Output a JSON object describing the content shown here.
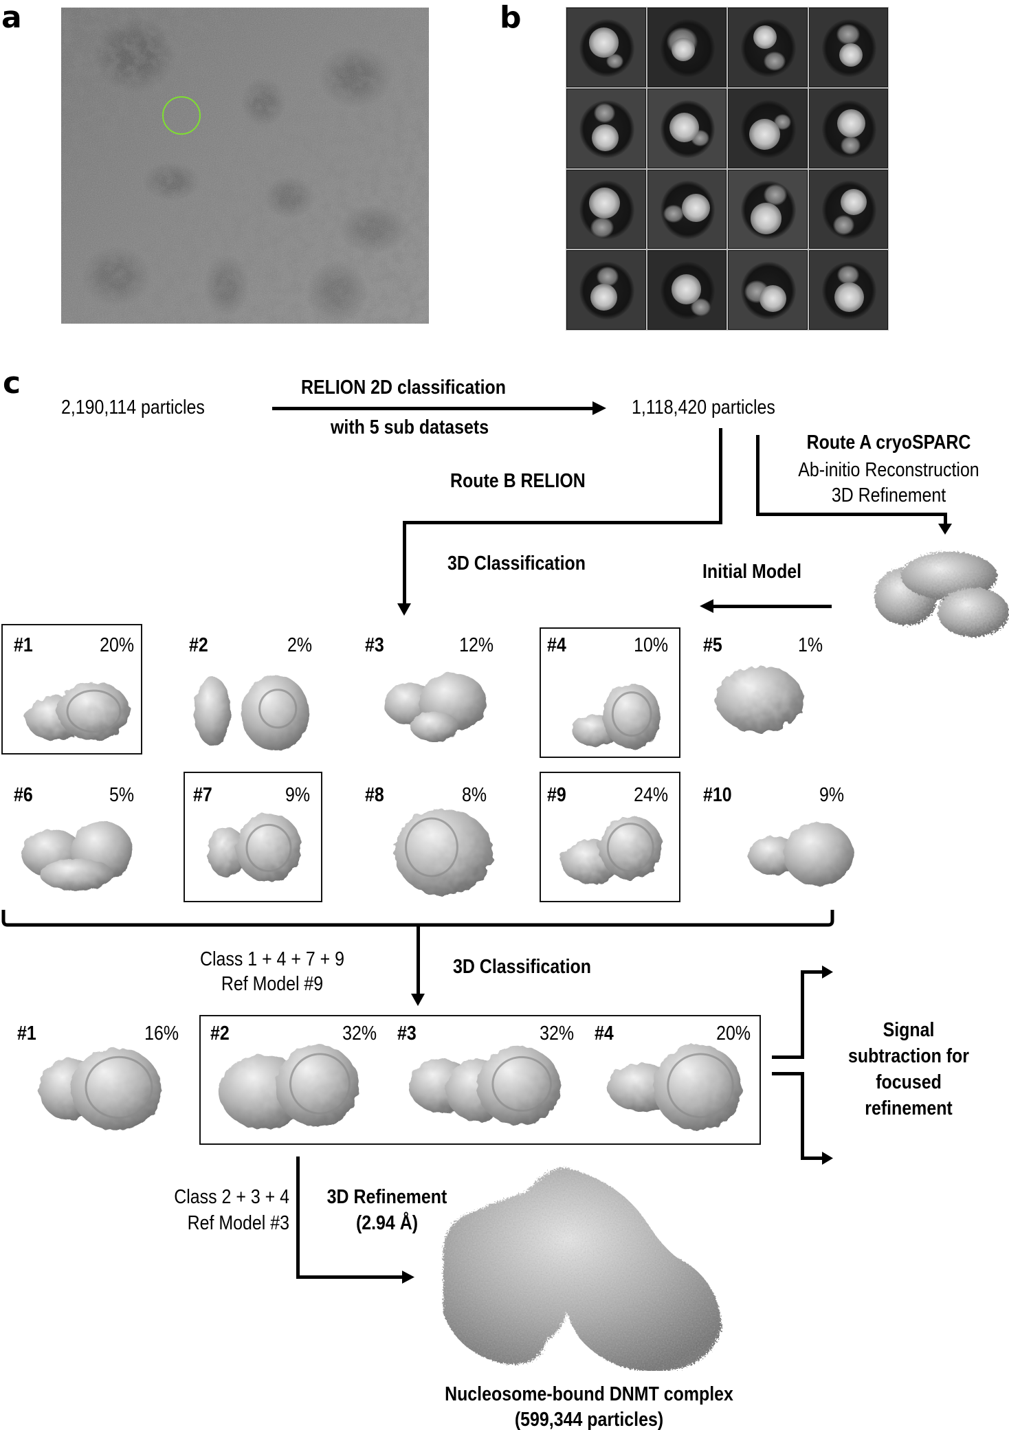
{
  "panels": {
    "a": {
      "letter": "a",
      "description": "cryo-EM micrograph with circled particle",
      "highlight_color": "#7fe030"
    },
    "b": {
      "letter": "b",
      "description": "2D class averages (4 x 4 grid)",
      "grid_rows": 4,
      "grid_cols": 4
    },
    "c": {
      "letter": "c"
    }
  },
  "workflow": {
    "start_particles": "2,190,114 particles",
    "step1_top": "RELION 2D classification",
    "step1_bottom": "with 5 sub datasets",
    "after_2d_particles": "1,118,420 particles",
    "route_b": "Route B RELION",
    "route_a_title": "Route A cryoSPARC",
    "route_a_line1": "Ab-initio Reconstruction",
    "route_a_line2": "3D Refinement",
    "initial_model": "Initial Model",
    "classification1": "3D Classification",
    "round1_classes": [
      {
        "id": "#1",
        "pct": "20%",
        "selected": true
      },
      {
        "id": "#2",
        "pct": "2%",
        "selected": false
      },
      {
        "id": "#3",
        "pct": "12%",
        "selected": false
      },
      {
        "id": "#4",
        "pct": "10%",
        "selected": true
      },
      {
        "id": "#5",
        "pct": "1%",
        "selected": false
      },
      {
        "id": "#6",
        "pct": "5%",
        "selected": false
      },
      {
        "id": "#7",
        "pct": "9%",
        "selected": true
      },
      {
        "id": "#8",
        "pct": "8%",
        "selected": false
      },
      {
        "id": "#9",
        "pct": "24%",
        "selected": true
      },
      {
        "id": "#10",
        "pct": "9%",
        "selected": false
      }
    ],
    "merge1_line1": "Class 1 + 4 + 7 + 9",
    "merge1_line2": "Ref Model #9",
    "classification2": "3D Classification",
    "round2_classes": [
      {
        "id": "#1",
        "pct": "16%",
        "selected": false
      },
      {
        "id": "#2",
        "pct": "32%",
        "selected": true
      },
      {
        "id": "#3",
        "pct": "32%",
        "selected": true
      },
      {
        "id": "#4",
        "pct": "20%",
        "selected": true
      }
    ],
    "signal_subtraction": [
      "Signal",
      "subtraction for",
      "focused",
      "refinement"
    ],
    "merge2_line1": "Class 2 + 3 + 4",
    "merge2_line2": "Ref Model #3",
    "refinement_line1": "3D Refinement",
    "refinement_line2": "(2.94 Å)",
    "final_line1": "Nucleosome-bound DNMT complex",
    "final_line2": "(599,344 particles)"
  }
}
